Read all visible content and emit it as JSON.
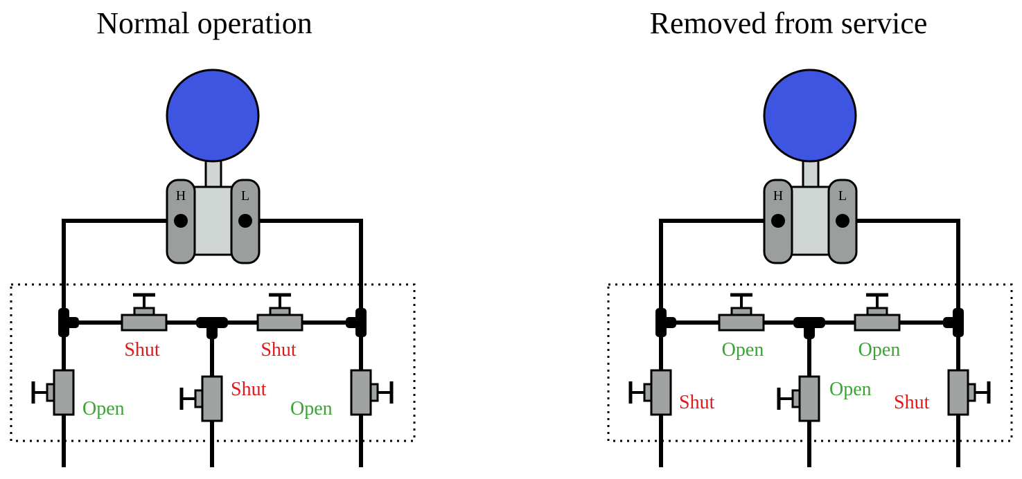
{
  "panels": [
    {
      "title": "Normal operation",
      "transmitter": {
        "high_port": "H",
        "low_port": "L"
      },
      "valves": {
        "equalize_left": {
          "state": "Shut"
        },
        "equalize_right": {
          "state": "Shut"
        },
        "block_high": {
          "state": "Open"
        },
        "block_low": {
          "state": "Open"
        },
        "vent": {
          "state": "Shut"
        }
      }
    },
    {
      "title": "Removed from service",
      "transmitter": {
        "high_port": "H",
        "low_port": "L"
      },
      "valves": {
        "equalize_left": {
          "state": "Open"
        },
        "equalize_right": {
          "state": "Open"
        },
        "block_high": {
          "state": "Shut"
        },
        "block_low": {
          "state": "Shut"
        },
        "vent": {
          "state": "Open"
        }
      }
    }
  ],
  "colors": {
    "open": "#3aa535",
    "shut": "#e0191b",
    "meter_face": "#3d55e0",
    "body_dark": "#9a9e9c",
    "body_light": "#cfd6d4",
    "valve": "#9fa3a1"
  }
}
